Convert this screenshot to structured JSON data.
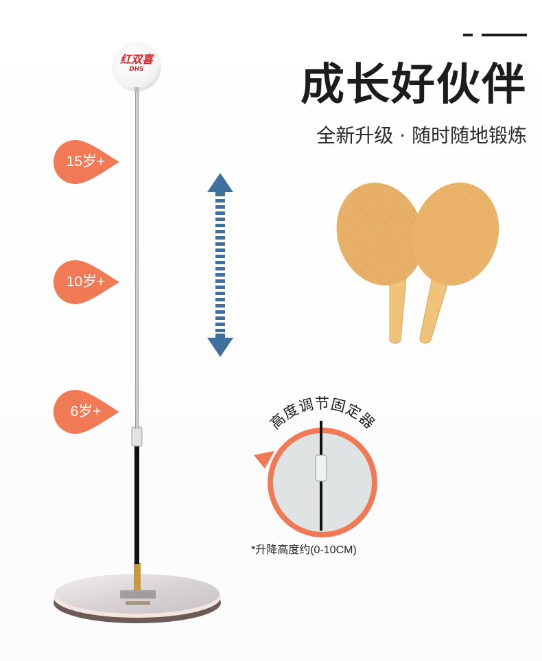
{
  "header": {
    "title": "成长好伙伴",
    "subtitle": "全新升级 · 随时随地锻炼"
  },
  "ball": {
    "logo_text": "红双喜",
    "logo_sub": "DHS"
  },
  "age_markers": [
    {
      "label": "15岁+"
    },
    {
      "label": "10岁+"
    },
    {
      "label": "6岁+"
    }
  ],
  "detail": {
    "arc_label": "高度调节固定器",
    "note": "*升降高度约(0-10CM)"
  },
  "colors": {
    "accent": "#f07a55",
    "arrow": "#3f6f9c",
    "paddle": "#e9b26a",
    "text": "#1c1c1c"
  }
}
